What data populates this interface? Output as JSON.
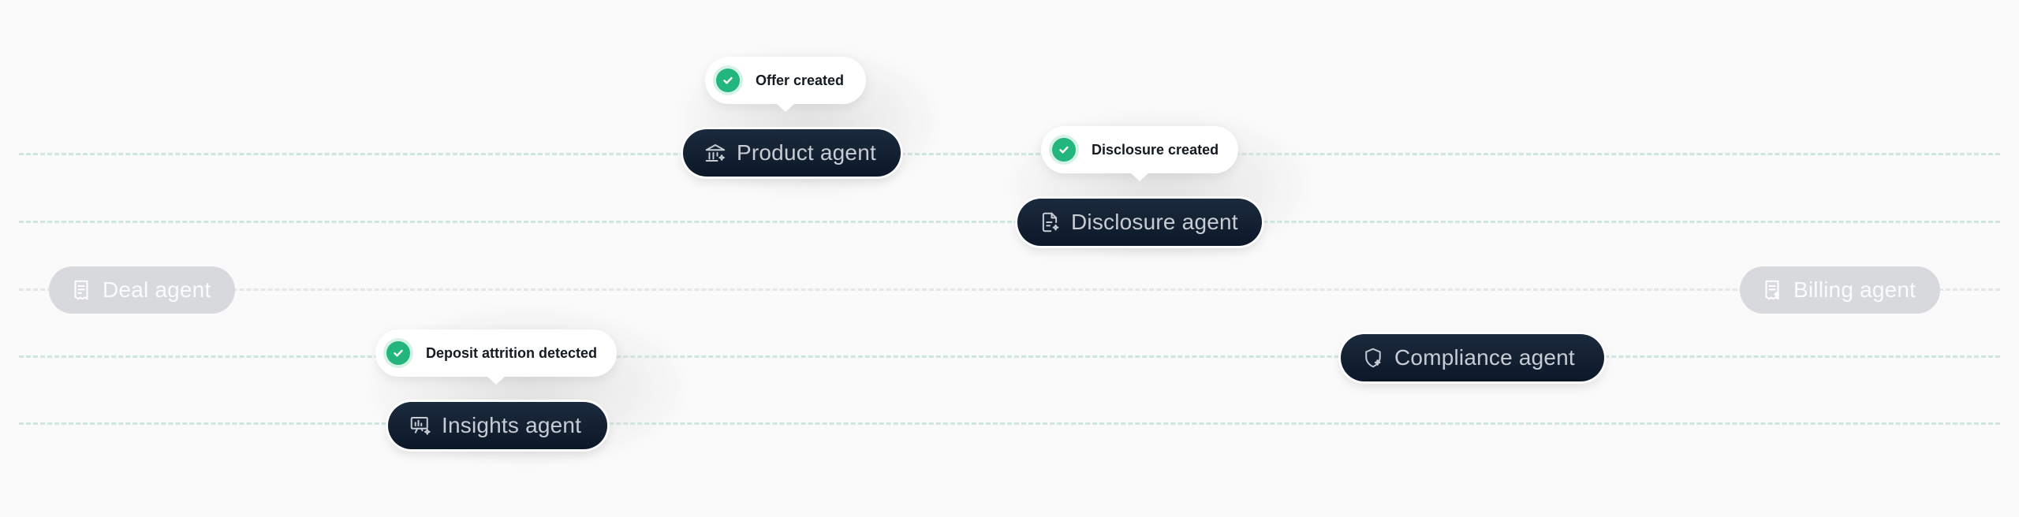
{
  "agents": {
    "deal": {
      "label": "Deal agent",
      "icon": "receipt-icon",
      "state": "inactive"
    },
    "product": {
      "label": "Product agent",
      "icon": "bank-icon",
      "state": "active"
    },
    "disclosure": {
      "label": "Disclosure agent",
      "icon": "document-icon",
      "state": "active"
    },
    "insights": {
      "label": "Insights agent",
      "icon": "presentation-icon",
      "state": "active"
    },
    "compliance": {
      "label": "Compliance agent",
      "icon": "shield-icon",
      "state": "active"
    },
    "billing": {
      "label": "Billing agent",
      "icon": "invoice-icon",
      "state": "inactive"
    }
  },
  "events": {
    "offer": {
      "text": "Offer created",
      "status": "success"
    },
    "disclosure": {
      "text": "Disclosure created",
      "status": "success"
    },
    "deposit": {
      "text": "Deposit attrition detected",
      "status": "success"
    }
  },
  "colors": {
    "active_pill": "#0f1d2e",
    "inactive_pill": "#d7d9dc",
    "check": "#22b57e",
    "lane": "#cfe6e0",
    "background": "#fafafa"
  }
}
